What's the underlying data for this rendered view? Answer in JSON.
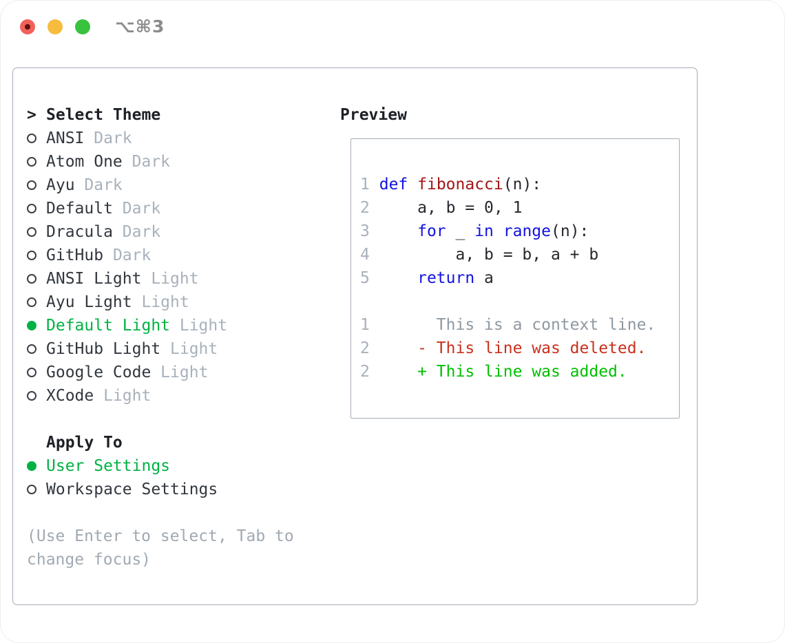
{
  "window": {
    "controls": [
      "close",
      "minimize",
      "maximize"
    ],
    "shortcut_label": "⌥⌘3"
  },
  "colors": {
    "selection_green": "#00b243",
    "keyword_blue": "#1212e0",
    "function_red": "#a41515",
    "diff_deleted_red": "#c9301c",
    "diff_added_green": "#00bf00",
    "muted_gray": "#a8b1bb",
    "border_gray": "#a5adb8",
    "traffic_red": "#f2605a",
    "traffic_yellow": "#f6bc3e",
    "traffic_green": "#38c23d"
  },
  "theme_picker": {
    "pointer": ">",
    "title": "Select Theme",
    "items": [
      {
        "name": "ANSI",
        "variant": "Dark",
        "selected": false
      },
      {
        "name": "Atom One",
        "variant": "Dark",
        "selected": false
      },
      {
        "name": "Ayu",
        "variant": "Dark",
        "selected": false
      },
      {
        "name": "Default",
        "variant": "Dark",
        "selected": false
      },
      {
        "name": "Dracula",
        "variant": "Dark",
        "selected": false
      },
      {
        "name": "GitHub",
        "variant": "Dark",
        "selected": false
      },
      {
        "name": "ANSI Light",
        "variant": "Light",
        "selected": false
      },
      {
        "name": "Ayu Light",
        "variant": "Light",
        "selected": false
      },
      {
        "name": "Default Light",
        "variant": "Light",
        "selected": true
      },
      {
        "name": "GitHub Light",
        "variant": "Light",
        "selected": false
      },
      {
        "name": "Google Code",
        "variant": "Light",
        "selected": false
      },
      {
        "name": "XCode",
        "variant": "Light",
        "selected": false
      }
    ],
    "apply_to": {
      "title": "Apply To",
      "options": [
        {
          "label": "User Settings",
          "selected": true
        },
        {
          "label": "Workspace Settings",
          "selected": false
        }
      ]
    },
    "hint_lines": [
      "(Use Enter to select, Tab to",
      "change focus)"
    ]
  },
  "preview": {
    "title": "Preview",
    "lines": [
      {
        "num": "1",
        "parts": [
          {
            "t": " ",
            "c": "pl"
          },
          {
            "t": "def",
            "c": "kw"
          },
          {
            "t": " ",
            "c": "pl"
          },
          {
            "t": "fibonacci",
            "c": "fn"
          },
          {
            "t": "(n):",
            "c": "pl"
          }
        ]
      },
      {
        "num": "2",
        "parts": [
          {
            "t": "     a, b = 0, 1",
            "c": "pl"
          }
        ]
      },
      {
        "num": "3",
        "parts": [
          {
            "t": "     ",
            "c": "pl"
          },
          {
            "t": "for",
            "c": "kw"
          },
          {
            "t": " _ ",
            "c": "pl"
          },
          {
            "t": "in",
            "c": "kw"
          },
          {
            "t": " ",
            "c": "pl"
          },
          {
            "t": "range",
            "c": "kw"
          },
          {
            "t": "(n):",
            "c": "pl"
          }
        ]
      },
      {
        "num": "4",
        "parts": [
          {
            "t": "         a, b = b, a + b",
            "c": "pl"
          }
        ]
      },
      {
        "num": "5",
        "parts": [
          {
            "t": "     ",
            "c": "pl"
          },
          {
            "t": "return",
            "c": "kw"
          },
          {
            "t": " a",
            "c": "pl"
          }
        ]
      },
      {
        "num": "",
        "parts": []
      },
      {
        "num": "1",
        "parts": [
          {
            "t": "       This is a context line.",
            "c": "ctx"
          }
        ]
      },
      {
        "num": "2",
        "parts": [
          {
            "t": "     - This line was deleted.",
            "c": "del"
          }
        ]
      },
      {
        "num": "2",
        "parts": [
          {
            "t": "     + This line was added.",
            "c": "add"
          }
        ]
      }
    ]
  }
}
